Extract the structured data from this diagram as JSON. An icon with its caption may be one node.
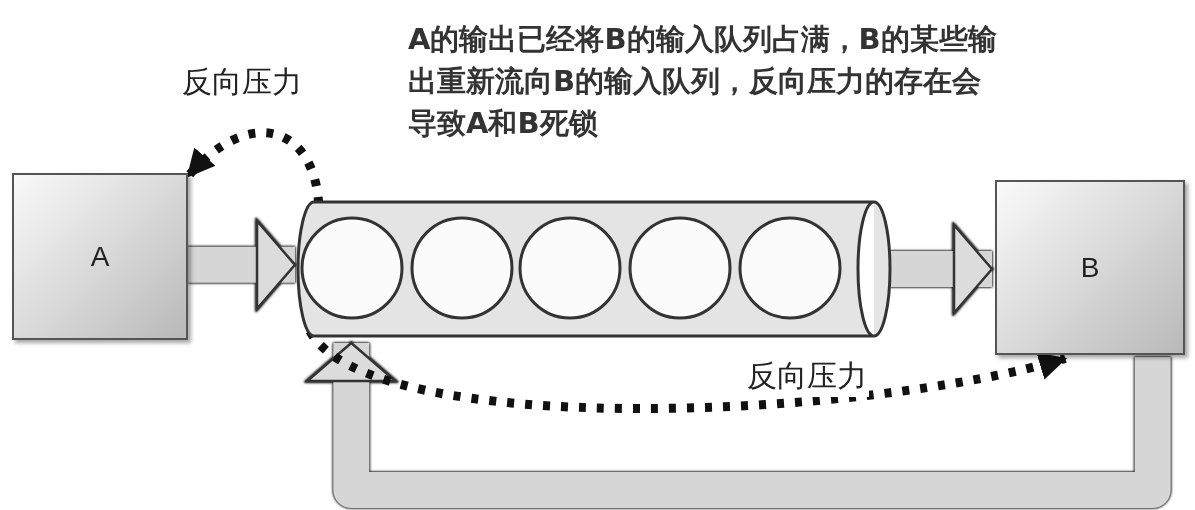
{
  "diagram": {
    "nodes": [
      {
        "text": [
          "A"
        ]
      },
      {
        "text": [],
        "shape": "cylinder"
      },
      {
        "text": [],
        "shape": "circle",
        "in": 1
      },
      {
        "text": [],
        "shape": "circle",
        "in": 1
      },
      {
        "text": [],
        "shape": "circle",
        "in": 1
      },
      {
        "text": [],
        "shape": "circle",
        "in": 1
      },
      {
        "text": [],
        "shape": "circle",
        "in": 1
      },
      {
        "text": [
          "B"
        ]
      }
    ],
    "edges": [
      {
        "from": 0,
        "to": 1,
        "arrow": "to"
      },
      {
        "from": 1,
        "to": 7,
        "arrow": "to"
      },
      {
        "from": 7,
        "to": 1,
        "arrow": "to"
      },
      {
        "from": 1,
        "to": 0,
        "arrow": "to",
        "label": "反向压力",
        "style": "dashed",
        "color": "#111111"
      },
      {
        "from": 1,
        "to": 7,
        "arrow": "to",
        "label": "反向压力",
        "style": "dashed",
        "color": "#111111"
      }
    ],
    "labels": [
      "A的输出已经将B的输入队列占满，B的某些输出重新流向B的输入队列，反向压力的存在会导致A和B死锁"
    ]
  }
}
